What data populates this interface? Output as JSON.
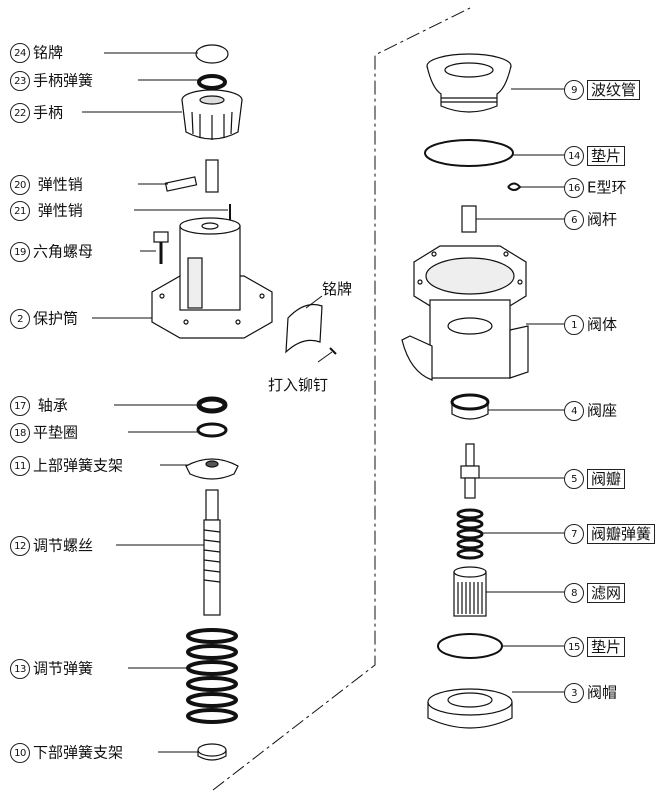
{
  "left_parts": [
    {
      "num": "24",
      "name": "铭牌",
      "boxed": false
    },
    {
      "num": "23",
      "name": "手柄弹簧",
      "boxed": false
    },
    {
      "num": "22",
      "name": "手柄",
      "boxed": false
    },
    {
      "num": "20",
      "name": "弹性销",
      "boxed": false
    },
    {
      "num": "21",
      "name": "弹性销",
      "boxed": false
    },
    {
      "num": "19",
      "name": "六角螺母",
      "boxed": false
    },
    {
      "num": "2",
      "name": "保护筒",
      "boxed": false
    },
    {
      "num": "17",
      "name": "轴承",
      "boxed": false
    },
    {
      "num": "18",
      "name": "平垫圈",
      "boxed": false
    },
    {
      "num": "11",
      "name": "上部弹簧支架",
      "boxed": false
    },
    {
      "num": "12",
      "name": "调节螺丝",
      "boxed": false
    },
    {
      "num": "13",
      "name": "调节弹簧",
      "boxed": false
    },
    {
      "num": "10",
      "name": "下部弹簧支架",
      "boxed": false
    }
  ],
  "right_parts": [
    {
      "num": "9",
      "name": "波纹管",
      "boxed": true
    },
    {
      "num": "14",
      "name": "垫片",
      "boxed": true
    },
    {
      "num": "16",
      "name": "E型环",
      "boxed": false
    },
    {
      "num": "6",
      "name": "阀杆",
      "boxed": false
    },
    {
      "num": "1",
      "name": "阀体",
      "boxed": false
    },
    {
      "num": "4",
      "name": "阀座",
      "boxed": false
    },
    {
      "num": "5",
      "name": "阀瓣",
      "boxed": true
    },
    {
      "num": "7",
      "name": "阀瓣弹簧",
      "boxed": true
    },
    {
      "num": "8",
      "name": "滤网",
      "boxed": true
    },
    {
      "num": "15",
      "name": "垫片",
      "boxed": true
    },
    {
      "num": "3",
      "name": "阀帽",
      "boxed": false
    }
  ],
  "free_labels": {
    "nameplate": "铭牌",
    "rivet": "打入铆钉"
  }
}
